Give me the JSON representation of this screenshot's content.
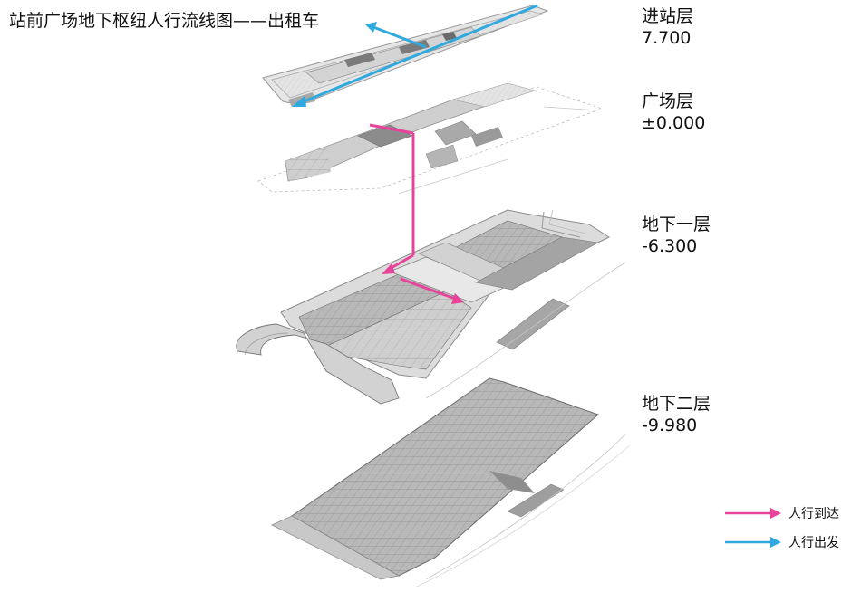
{
  "title": "站前广场地下枢纽人行流线图——出租车",
  "levels": [
    {
      "name": "进站层",
      "elevation": "7.700"
    },
    {
      "name": "广场层",
      "elevation": "±0.000"
    },
    {
      "name": "地下一层",
      "elevation": "-6.300"
    },
    {
      "name": "地下二层",
      "elevation": "-9.980"
    }
  ],
  "legend": [
    {
      "label": "人行到达",
      "color": "#e8439a"
    },
    {
      "label": "人行出发",
      "color": "#2fa9de"
    }
  ],
  "colors": {
    "arrival": "#e8439a",
    "departure": "#2fa9de",
    "slab": "#c4c4c4",
    "slab_dark": "#8e8e8e",
    "slab_light": "#e3e3e3"
  }
}
